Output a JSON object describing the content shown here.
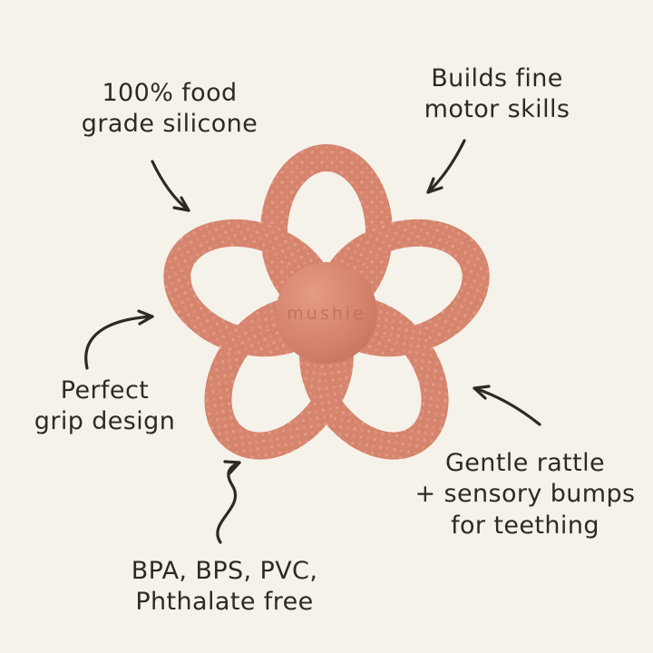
{
  "page": {
    "background_color": "#f5f2ea",
    "text_color": "#2d2a26"
  },
  "product": {
    "brand": "mushie",
    "type": "flower-rattle-teether",
    "colors": {
      "petal": "#d5846e",
      "bump": "#e59a83",
      "sphere_highlight": "#e59b84",
      "sphere_shadow": "#c1705b",
      "brand_text": "#bd7260"
    }
  },
  "annotations": {
    "silicone": {
      "line1": "100% food",
      "line2": "grade silicone"
    },
    "motor": {
      "line1": "Builds fine",
      "line2": "motor skills"
    },
    "grip": {
      "line1": "Perfect",
      "line2": "grip design"
    },
    "materials": {
      "line1": "BPA, BPS, PVC,",
      "line2": "Phthalate free"
    },
    "rattle": {
      "line1": "Gentle rattle",
      "line2": "+ sensory bumps",
      "line3": "for teething"
    }
  }
}
